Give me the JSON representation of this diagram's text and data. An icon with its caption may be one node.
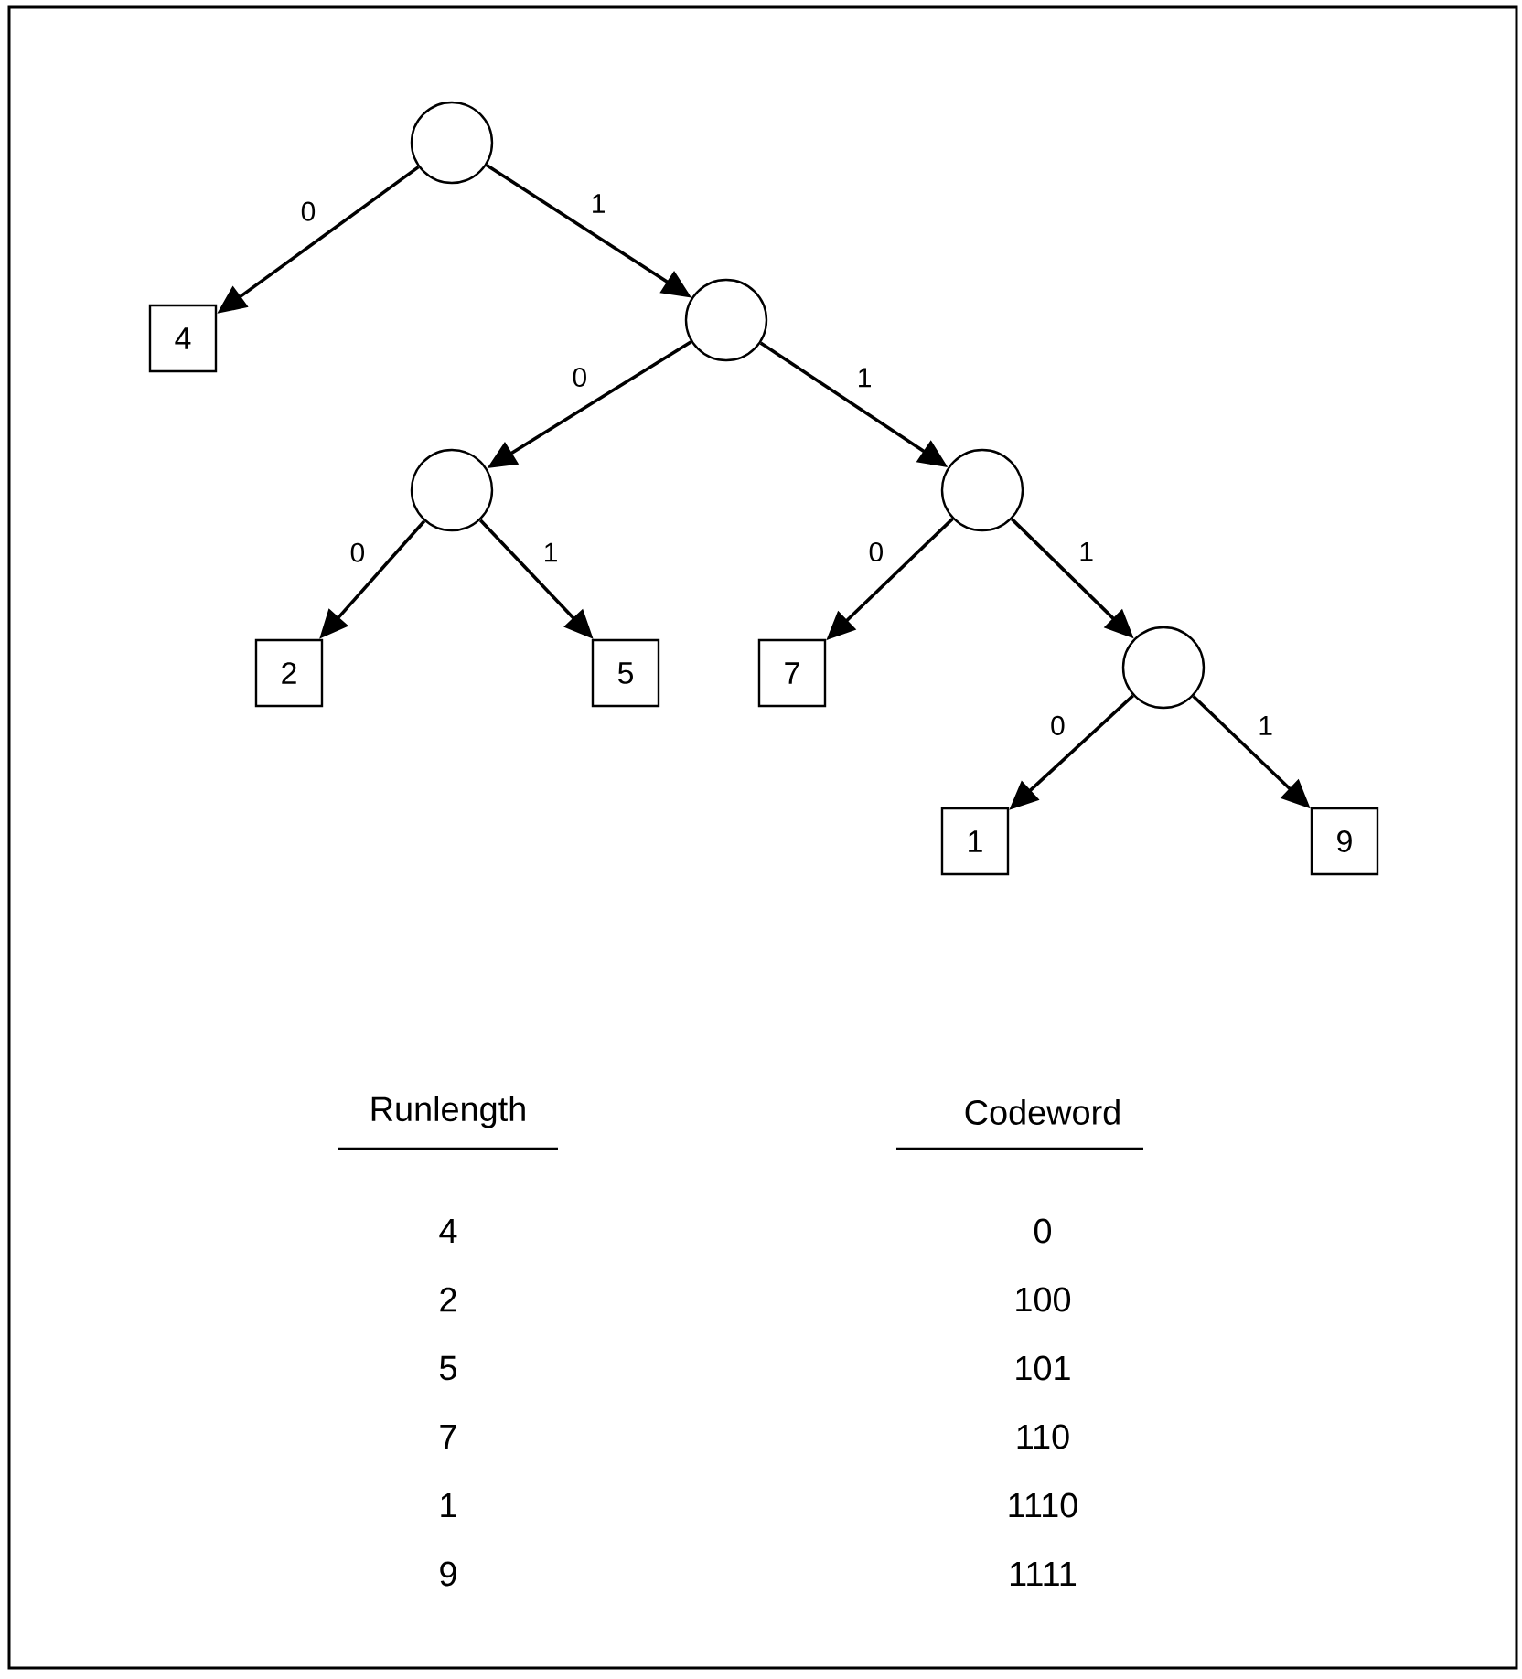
{
  "diagram": {
    "nodes": [
      {
        "text": [],
        "shape": "circle"
      },
      {
        "text": [
          "4"
        ]
      },
      {
        "text": [],
        "shape": "circle"
      },
      {
        "text": [],
        "shape": "circle"
      },
      {
        "text": [],
        "shape": "circle"
      },
      {
        "text": [
          "2"
        ]
      },
      {
        "text": [
          "5"
        ]
      },
      {
        "text": [
          "7"
        ]
      },
      {
        "text": [],
        "shape": "circle"
      },
      {
        "text": [
          "1"
        ]
      },
      {
        "text": [
          "9"
        ]
      }
    ],
    "edges": [
      {
        "from": 0,
        "to": 1,
        "arrow": "to",
        "label": "0"
      },
      {
        "from": 0,
        "to": 2,
        "arrow": "to",
        "label": "1"
      },
      {
        "from": 2,
        "to": 3,
        "arrow": "to",
        "label": "0"
      },
      {
        "from": 2,
        "to": 4,
        "arrow": "to",
        "label": "1"
      },
      {
        "from": 3,
        "to": 5,
        "arrow": "to",
        "label": "0"
      },
      {
        "from": 3,
        "to": 6,
        "arrow": "to",
        "label": "1"
      },
      {
        "from": 4,
        "to": 7,
        "arrow": "to",
        "label": "0"
      },
      {
        "from": 4,
        "to": 8,
        "arrow": "to",
        "label": "1"
      },
      {
        "from": 8,
        "to": 9,
        "arrow": "to",
        "label": "0"
      },
      {
        "from": 8,
        "to": 10,
        "arrow": "to",
        "label": "1"
      }
    ],
    "labels": [
      "Runlength",
      "Codeword",
      "4",
      "0",
      "2",
      "100",
      "5",
      "101",
      "7",
      "110",
      "1",
      "1110",
      "9",
      "1111"
    ]
  }
}
